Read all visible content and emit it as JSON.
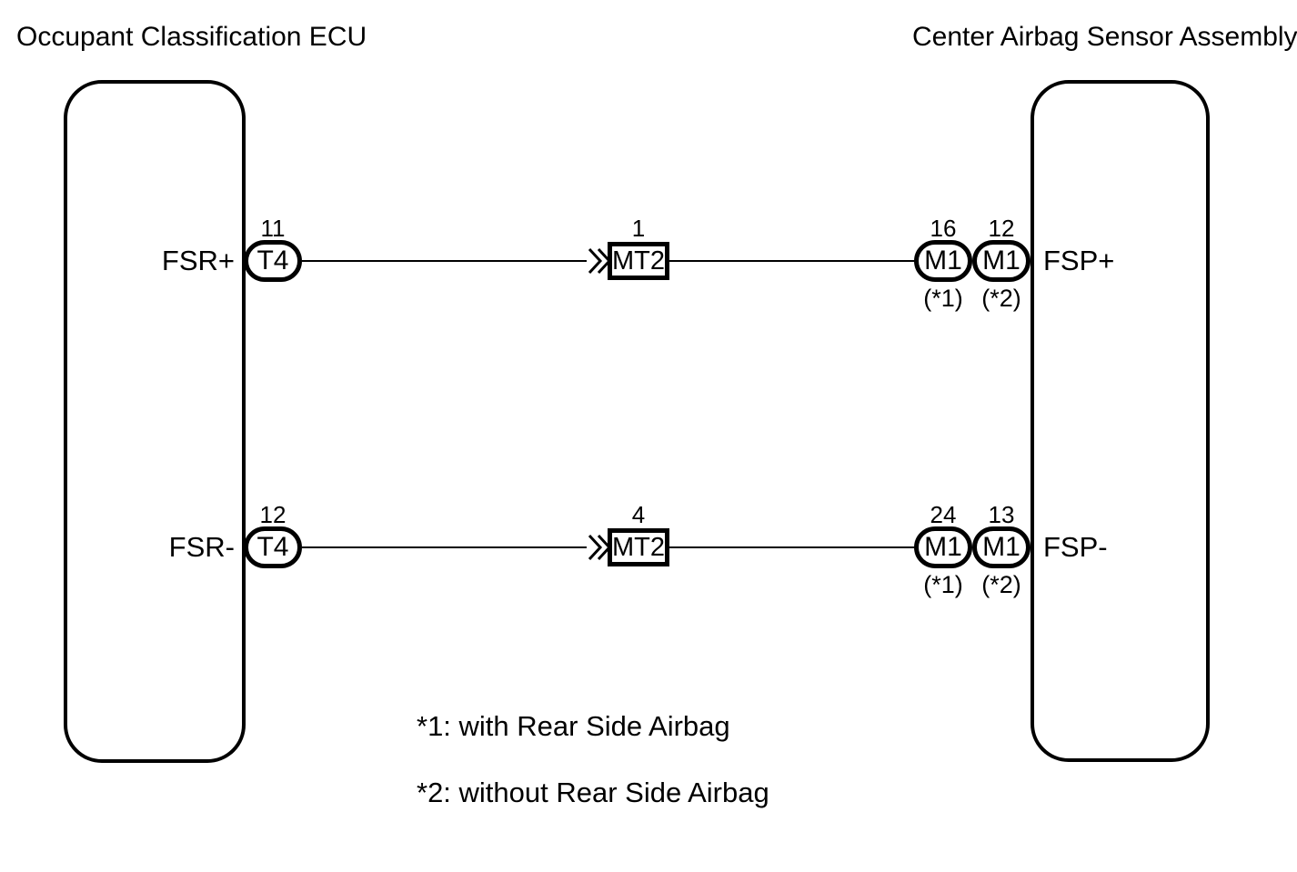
{
  "diagram": {
    "left_component": {
      "title": "Occupant Classification ECU"
    },
    "right_component": {
      "title": "Center Airbag Sensor Assembly"
    },
    "rows": [
      {
        "left_pin_label": "FSR+",
        "left_connector": {
          "pin": "11",
          "label": "T4"
        },
        "middle_connector": {
          "pin": "1",
          "label": "MT2"
        },
        "right_connector_1": {
          "pin": "16",
          "label": "M1",
          "note": "(*1)"
        },
        "right_connector_2": {
          "pin": "12",
          "label": "M1",
          "note": "(*2)"
        },
        "right_pin_label": "FSP+"
      },
      {
        "left_pin_label": "FSR-",
        "left_connector": {
          "pin": "12",
          "label": "T4"
        },
        "middle_connector": {
          "pin": "4",
          "label": "MT2"
        },
        "right_connector_1": {
          "pin": "24",
          "label": "M1",
          "note": "(*1)"
        },
        "right_connector_2": {
          "pin": "13",
          "label": "M1",
          "note": "(*2)"
        },
        "right_pin_label": "FSP-"
      }
    ],
    "footnotes": [
      "*1: with Rear Side Airbag",
      "*2: without Rear Side Airbag"
    ],
    "colors": {
      "line": "#000000",
      "background": "#ffffff"
    }
  }
}
